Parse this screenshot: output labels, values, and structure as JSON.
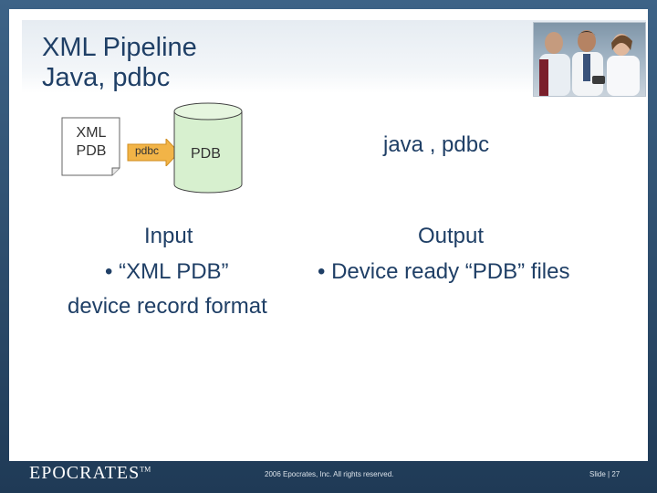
{
  "slide": {
    "title_line1": "XML Pipeline",
    "title_line2": "Java, pdbc",
    "photo_icon": "doctors-photo",
    "diagram": {
      "doc_line1": "XML",
      "doc_line2": "PDB",
      "arrow_label": "pdbc",
      "cylinder_label": "PDB",
      "heading": "java , pdbc"
    },
    "input": {
      "heading": "Input",
      "bullet": "• “XML PDB”",
      "continuation": "device record format"
    },
    "output": {
      "heading": "Output",
      "bullet": "• Device ready “PDB” files"
    }
  },
  "footer": {
    "logo_text": "EPOCRATES",
    "logo_tm": "TM",
    "copyright": "2006 Epocrates, Inc. All rights reserved.",
    "slide_label": "Slide | 27"
  },
  "colors": {
    "frame": "#2e4f6d",
    "title": "#1f3f66",
    "arrow": "#f2b447",
    "cylinder": "#d7f0cf"
  }
}
